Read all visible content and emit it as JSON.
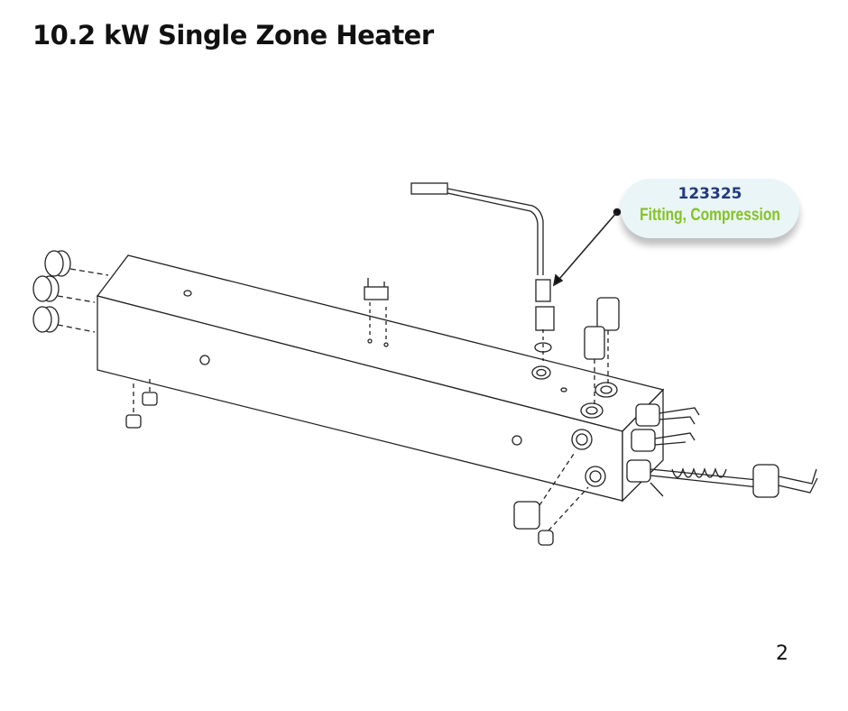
{
  "title": "10.2 kW Single Zone Heater",
  "callout": {
    "part_number": "123325",
    "description": "Fitting, Compression"
  },
  "page_number": "2",
  "colors": {
    "part_number": "#233a7a",
    "description": "#84c225",
    "callout_bg": "#eaf5f7"
  }
}
